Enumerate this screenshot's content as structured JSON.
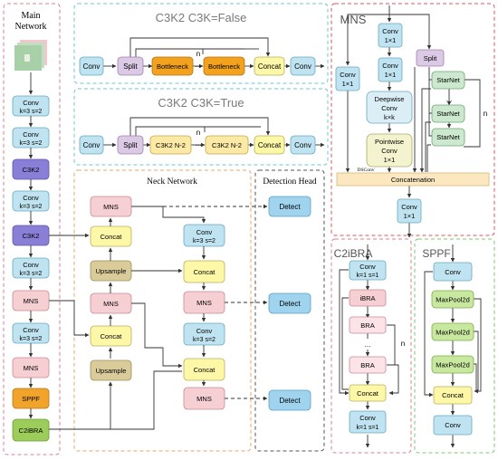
{
  "main_network": {
    "title_line1": "Main",
    "title_line2": "Network",
    "blocks": [
      {
        "l1": "Conv",
        "l2": "k=3 s=2"
      },
      {
        "l1": "Conv",
        "l2": "k=3 s=2"
      },
      {
        "l1": "C3K2",
        "l2": ""
      },
      {
        "l1": "Conv",
        "l2": "k=3 s=2"
      },
      {
        "l1": "C3K2",
        "l2": ""
      },
      {
        "l1": "Conv",
        "l2": "k=3 s=2"
      },
      {
        "l1": "MNS",
        "l2": ""
      },
      {
        "l1": "Conv",
        "l2": "k=3 s=2"
      },
      {
        "l1": "MNS",
        "l2": ""
      },
      {
        "l1": "SPPF",
        "l2": ""
      },
      {
        "l1": "C2iBRA",
        "l2": ""
      }
    ]
  },
  "c3k2_false": {
    "title": "C3K2  C3K=False",
    "conv_in": "Conv",
    "split": "Split",
    "bottleneck_1": "Bottleneck",
    "dots": "...",
    "n_label": "n",
    "bottleneck_2": "Bottleneck",
    "concat": "Concat",
    "conv_out": "Conv"
  },
  "c3k2_true": {
    "title": "C3K2  C3K=True",
    "conv_in": "Conv",
    "split": "Split",
    "c3k2_1": "C3K2 N-2",
    "dots": "...",
    "n_label": "n",
    "c3k2_2": "C3K2 N-2",
    "concat": "Concat",
    "conv_out": "Conv"
  },
  "mns": {
    "title": "MNS",
    "conv1_l1": "Conv",
    "conv1_l2": "1×1",
    "conv2_l1": "Conv",
    "conv2_l2": "1×1",
    "conv_side_l1": "Conv",
    "conv_side_l2": "1×1",
    "depthwise_l1": "Deepwise",
    "depthwise_l2": "Conv",
    "depthwise_l3": "k×k",
    "pointwise_l1": "Pointwise",
    "pointwise_l2": "Conv",
    "pointwise_l3": "1×1",
    "dsconv_label": "DSConv",
    "split": "Split",
    "starnet_1": "StarNet",
    "starnet_dots": "...",
    "starnet_2": "StarNet",
    "starnet_3": "StarNet",
    "n_label": "n",
    "concatenation": "Concatenation",
    "conv_out_l1": "Conv",
    "conv_out_l2": "1×1"
  },
  "neck": {
    "title": "Neck Network",
    "left_col": [
      "MNS",
      "Concat",
      "Upsample",
      "MNS",
      "Concat",
      "Upsample"
    ],
    "right_col": [
      {
        "l1": "Conv",
        "l2": "k=3 s=2"
      },
      {
        "l1": "Concat",
        "l2": ""
      },
      {
        "l1": "MNS",
        "l2": ""
      },
      {
        "l1": "Conv",
        "l2": "k=3 s=2"
      },
      {
        "l1": "Concat",
        "l2": ""
      },
      {
        "l1": "MNS",
        "l2": ""
      }
    ]
  },
  "head": {
    "title": "Detection Head",
    "detect": [
      "Detect",
      "Detect",
      "Detect"
    ]
  },
  "c2ibra": {
    "title": "C2iBRA",
    "conv_in_l1": "Conv",
    "conv_in_l2": "k=1 s=1",
    "ibra": "iBRA",
    "bra_1": "BRA",
    "dots": "...",
    "n_label": "n",
    "bra_2": "BRA",
    "concat": "Concat",
    "conv_out_l1": "Conv",
    "conv_out_l2": "k=1 s=1"
  },
  "sppf": {
    "title": "SPPF",
    "conv_in": "Conv",
    "maxpool": [
      "MaxPool2d",
      "MaxPool2d",
      "MaxPool2d"
    ],
    "concat": "Concat",
    "conv_out": "Conv"
  },
  "colors": {
    "conv_blue": "#bfe3f0",
    "c3k2_purple": "#8a7fd6",
    "mns_pink": "#f6cfd3",
    "sppf_orange": "#f2a32c",
    "c2ibra_green": "#9ccc5a",
    "concat_yellow": "#fdf7a8",
    "split_lilac": "#dcc9e6",
    "bottleneck_orange": "#f3a21d",
    "c3k2n_yellow": "#fde9a6",
    "upsample_khaki": "#d9cc9a",
    "detect_blue": "#9fd3ee",
    "starnet_green": "#cce8cf",
    "maxpool_green": "#c8e8a0",
    "bra_pink": "#fbe3e8",
    "concat_band": "#fbe7c0",
    "border_pink": "#e07b91",
    "border_cyan": "#6cc7cf",
    "border_orange": "#eea36a",
    "border_gray": "#555555",
    "border_red": "#e0535b",
    "border_green": "#7ec86a"
  }
}
